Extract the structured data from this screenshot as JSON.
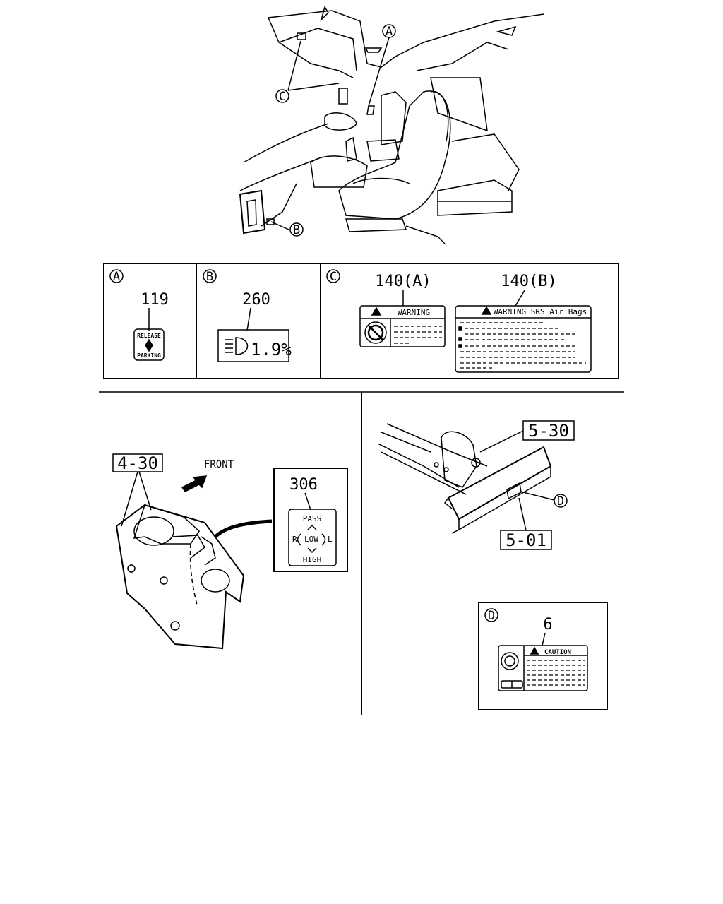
{
  "callouts": {
    "A": "A",
    "B": "B",
    "C": "C",
    "D": "D"
  },
  "label_table": {
    "section_a": {
      "marker": "A",
      "part_no": "119",
      "label_top": "RELEASE",
      "label_bottom": "PARKING"
    },
    "section_b": {
      "marker": "B",
      "part_no": "260",
      "readout": "1.9%"
    },
    "section_c": {
      "marker": "C",
      "label_a": {
        "part_no": "140(A)",
        "heading": "WARNING"
      },
      "label_b": {
        "part_no": "140(B)",
        "heading": "WARNING SRS Air Bags"
      }
    }
  },
  "switch_view": {
    "ref": "4-30",
    "direction": "FRONT",
    "detail": {
      "part_no": "306",
      "pass": "PASS",
      "left": "R",
      "center": "LOW",
      "right": "L",
      "high": "HIGH"
    }
  },
  "frame_view": {
    "ref_top": "5-30",
    "ref_bottom": "5-01",
    "marker": "D"
  },
  "detail_d": {
    "marker": "D",
    "part_no": "6",
    "heading": "CAUTION"
  }
}
